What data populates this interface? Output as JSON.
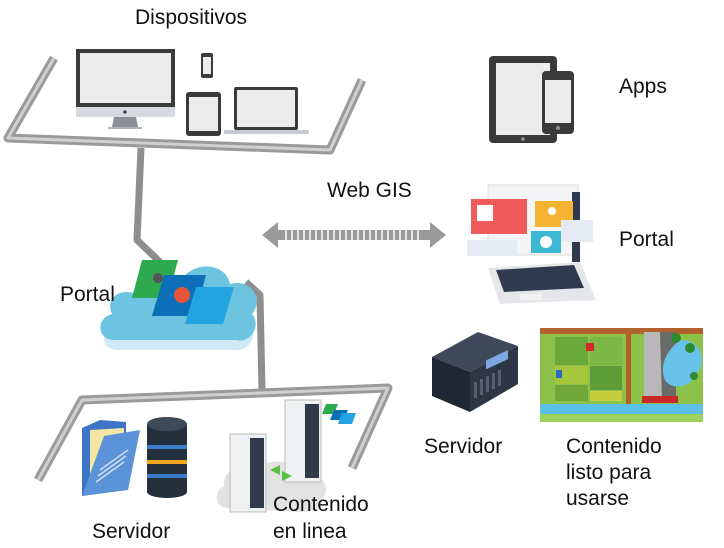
{
  "labels": {
    "devices": "Dispositivos",
    "apps": "Apps",
    "web_gis": "Web GIS",
    "portal_left": "Portal",
    "portal_right": "Portal",
    "server_left": "Servidor",
    "online_content_line1": "Contenido",
    "online_content_line2": "en linea",
    "server_right": "Servidor",
    "ready_content_line1": "Contenido",
    "ready_content_line2": "listo para",
    "ready_content_line3": "usarse"
  },
  "colors": {
    "pipe": "#9a9a9a",
    "pipe_light": "#d8d8d8",
    "device_frame": "#3a3a3a",
    "screen": "#ececec",
    "cloud": "#6cc4e0",
    "cloud_light": "#cfeaf4",
    "tile_green": "#2eaa4e",
    "tile_blue": "#0d6fb8",
    "tile_light_blue": "#22a4e0"
  }
}
